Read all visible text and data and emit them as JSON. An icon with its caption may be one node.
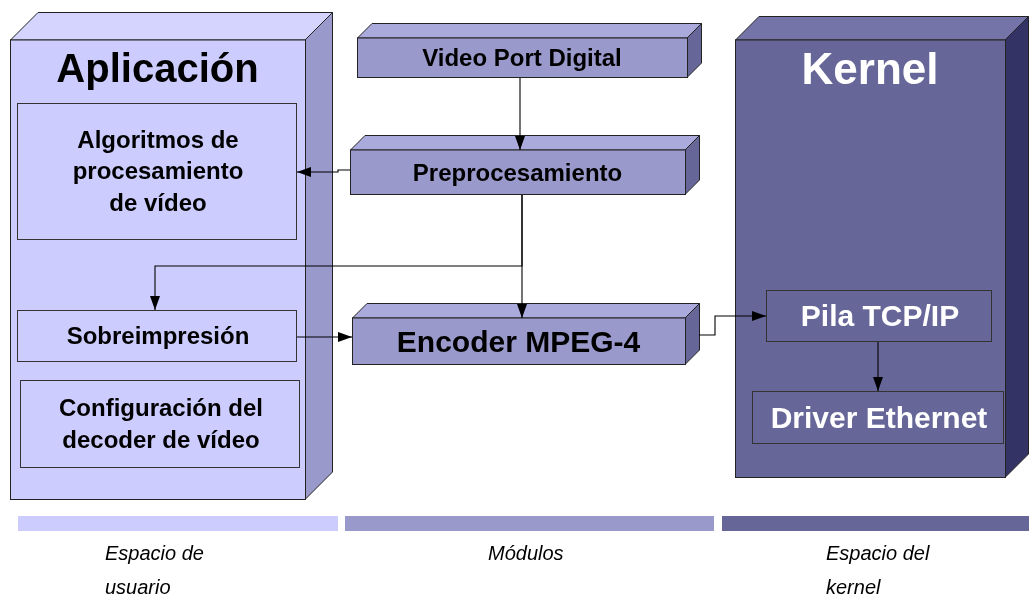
{
  "diagram": {
    "nodes": [
      {
        "text": [
          "Aplicación"
        ]
      },
      {
        "text": [
          "Algoritmos de procesamiento de vídeo"
        ],
        "in": 0
      },
      {
        "text": [
          "Sobreimpresión"
        ],
        "in": 0
      },
      {
        "text": [
          "Configuración del decoder de vídeo"
        ],
        "in": 0
      },
      {
        "text": [
          "Video Port Digital"
        ]
      },
      {
        "text": [
          "Preprocesamiento"
        ]
      },
      {
        "text": [
          "Encoder MPEG-4"
        ]
      },
      {
        "text": [
          "Kernel"
        ]
      },
      {
        "text": [
          "Pila TCP/IP"
        ],
        "in": 7
      },
      {
        "text": [
          "Driver Ethernet"
        ],
        "in": 7
      }
    ],
    "edges": [
      {
        "from": 4,
        "to": 5,
        "arrow": "to"
      },
      {
        "from": 5,
        "to": 1,
        "arrow": "to"
      },
      {
        "from": 5,
        "to": 6,
        "arrow": "to"
      },
      {
        "from": 5,
        "to": 2,
        "arrow": "to"
      },
      {
        "from": 2,
        "to": 6,
        "arrow": "to"
      },
      {
        "from": 6,
        "to": 8,
        "arrow": "to"
      },
      {
        "from": 8,
        "to": 9,
        "arrow": "to"
      }
    ],
    "legend": [
      {
        "text": "Espacio de usuario",
        "color": "#ccccff"
      },
      {
        "text": "Módulos",
        "color": "#9999cc"
      },
      {
        "text": "Espacio del kernel",
        "color": "#666699"
      }
    ]
  }
}
